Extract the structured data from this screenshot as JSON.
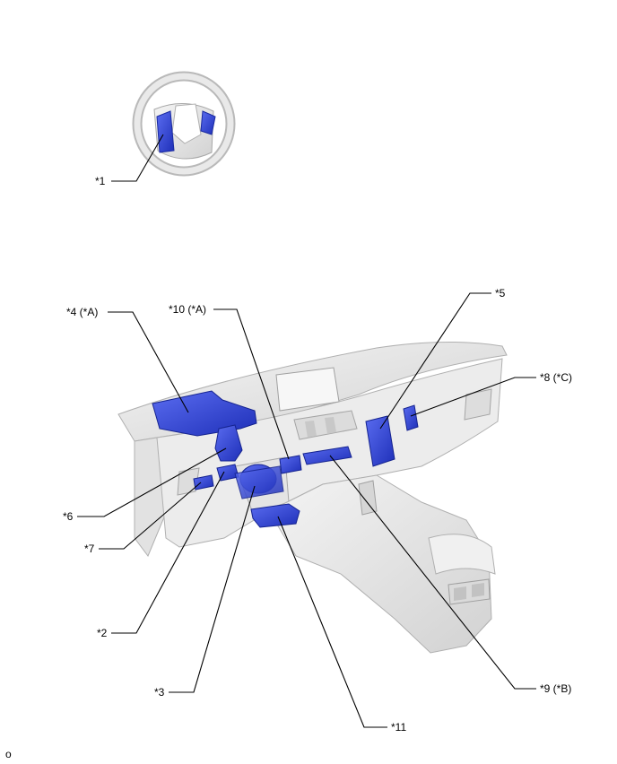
{
  "callouts": {
    "c1": "*1",
    "c2": "*2",
    "c3": "*3",
    "c4": "*4 (*A)",
    "c5": "*5",
    "c6": "*6",
    "c7": "*7",
    "c8": "*8 (*C)",
    "c9": "*9 (*B)",
    "c10": "*10 (*A)",
    "c11": "*11"
  },
  "corner_mark": "o",
  "colors": {
    "highlight": "#2b3fd6",
    "body": "#e6e6e6",
    "outline": "#b5b5b5"
  }
}
